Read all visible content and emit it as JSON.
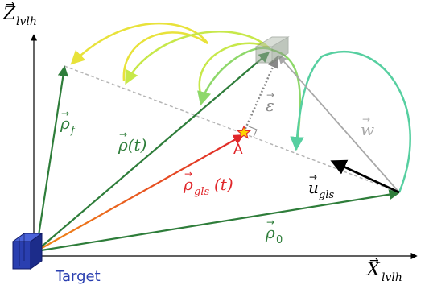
{
  "axes": {
    "z_label": "Z",
    "z_sub": "lvlh",
    "x_label": "X",
    "x_sub": "lvlh"
  },
  "labels": {
    "target": "Target",
    "point_a": "A",
    "rho_f": "ρ",
    "rho_f_sub": "f",
    "rho_t": "ρ(t)",
    "rho_gls": "ρ",
    "rho_gls_sub": "gls",
    "rho_gls_arg": "(t)",
    "rho_0": "ρ",
    "rho_0_sub": "0",
    "epsilon": "ε",
    "w": "w",
    "u_gls": "u",
    "u_gls_sub": "gls"
  },
  "colors": {
    "target_blue": "#2a3fb0",
    "rho_green": "#2e7d3a",
    "rho_gls_red": "#e0262a",
    "rho_gls_orange": "#f08a16",
    "dashed_line": "#b5b5b5",
    "w_gray": "#a8a8a8",
    "u_black": "#000000",
    "loop_1": "#e8e23a",
    "loop_2": "#c7e84a",
    "loop_3": "#8ed86a",
    "loop_4": "#56cfa0",
    "star_fill": "#ffd400",
    "star_stroke": "#e0262a"
  },
  "icons": {
    "target_cube": "blue-cube-icon",
    "chaser_cube": "gray-cube-icon",
    "point_a_marker": "star-icon"
  }
}
